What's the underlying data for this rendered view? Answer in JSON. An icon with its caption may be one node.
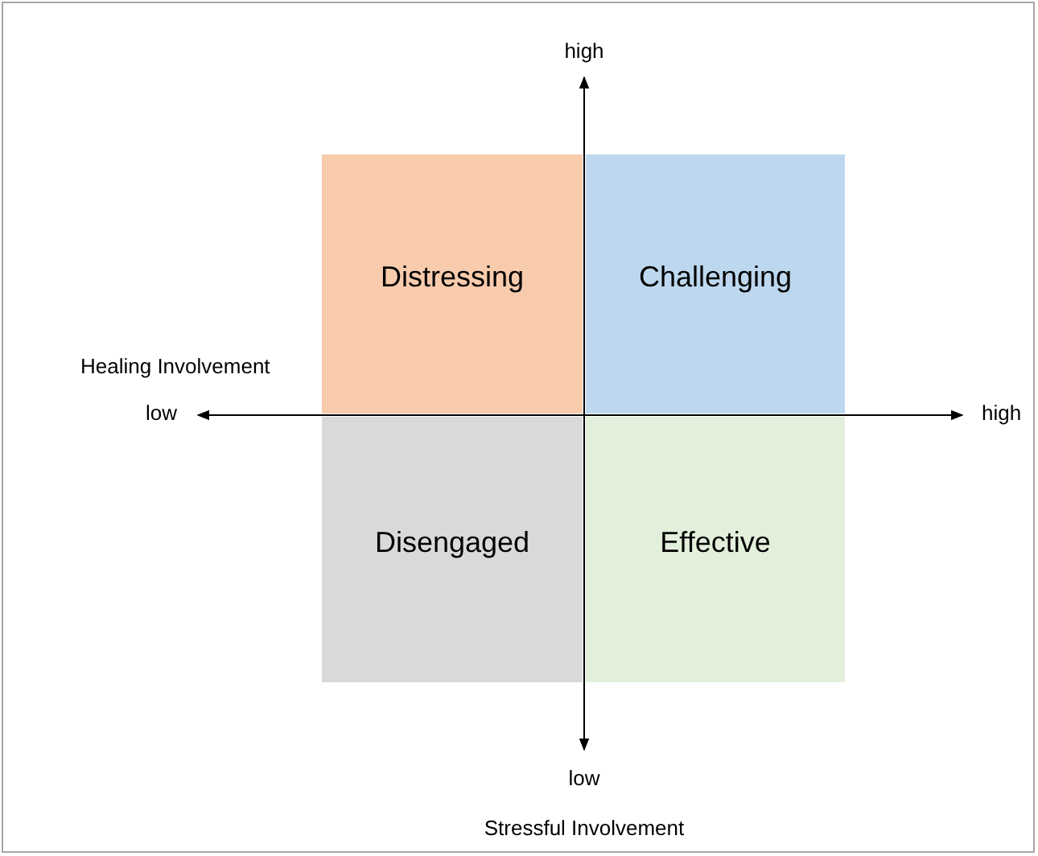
{
  "diagram": {
    "nodes": [
      {
        "text": [
          "Distressing"
        ]
      },
      {
        "text": [
          "Challenging"
        ]
      },
      {
        "text": [
          "Disengaged"
        ]
      },
      {
        "text": [
          "Effective"
        ]
      }
    ],
    "labels": [
      "high",
      "Healing Involvement",
      "low",
      "high",
      "low",
      "Stressful Involvement"
    ]
  }
}
